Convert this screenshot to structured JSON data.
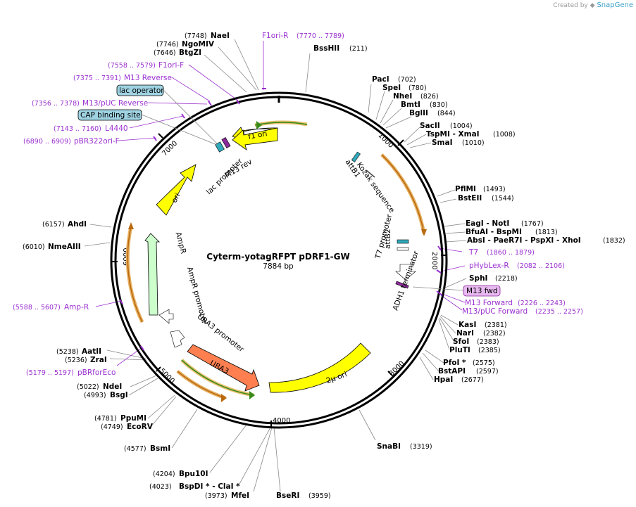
{
  "credit": {
    "prefix": "Created by",
    "brand": "SnapGene"
  },
  "plasmid": {
    "name": "Cyterm-yotagRFPT  pDRF1-GW",
    "length_label": "7884 bp"
  },
  "ticks": [
    "1000",
    "2000",
    "3000",
    "4000",
    "5000",
    "6000",
    "7000"
  ],
  "features": [
    {
      "name": "f1 ori",
      "color": "#ffff00"
    },
    {
      "name": "ori",
      "color": "#ffff00"
    },
    {
      "name": "AmpR",
      "color": "#ccffcc"
    },
    {
      "name": "URA3",
      "color": "#ff7f50"
    },
    {
      "name": "2μ ori",
      "color": "#ffff00"
    }
  ],
  "feature_labels": [
    "lac promoter",
    "M13 rev",
    "attB1",
    "Kozak sequence",
    "attB2",
    "T7 promoter",
    "ADH1 terminator",
    "AmpR promoter",
    "URA3 promoter"
  ],
  "boxed_labels": [
    "lac operator",
    "CAP binding site",
    "M13 fwd"
  ],
  "enzymes": [
    {
      "name": "NaeI",
      "pos": "(7748)"
    },
    {
      "name": "NgoMIV",
      "pos": "(7746)"
    },
    {
      "name": "BtgZI",
      "pos": "(7646)"
    },
    {
      "name": "BssHII",
      "pos": "(211)"
    },
    {
      "name": "PacI",
      "pos": "(702)"
    },
    {
      "name": "SpeI",
      "pos": "(780)"
    },
    {
      "name": "NheI",
      "pos": "(826)"
    },
    {
      "name": "BmtI",
      "pos": "(830)"
    },
    {
      "name": "BglII",
      "pos": "(844)"
    },
    {
      "name": "SacII",
      "pos": "(1004)"
    },
    {
      "name": "TspMI  -  XmaI",
      "pos": "(1008)"
    },
    {
      "name": "SmaI",
      "pos": "(1010)"
    },
    {
      "name": "PflMI",
      "pos": "(1493)"
    },
    {
      "name": "BstEII",
      "pos": "(1544)"
    },
    {
      "name": "EagI  -  NotI",
      "pos": "(1767)"
    },
    {
      "name": "BfuAI  -  BspMI",
      "pos": "(1813)"
    },
    {
      "name": "AbsI  -  PaeR7I  -  PspXI  -  XhoI",
      "pos": "(1832)"
    },
    {
      "name": "SphI",
      "pos": "(2218)"
    },
    {
      "name": "KasI",
      "pos": "(2381)"
    },
    {
      "name": "NarI",
      "pos": "(2382)"
    },
    {
      "name": "SfoI",
      "pos": "(2383)"
    },
    {
      "name": "PluTI",
      "pos": "(2385)"
    },
    {
      "name": "PfoI *",
      "pos": "(2575)"
    },
    {
      "name": "BstAPI",
      "pos": "(2597)"
    },
    {
      "name": "HpaI",
      "pos": "(2677)"
    },
    {
      "name": "SnaBI",
      "pos": "(3319)"
    },
    {
      "name": "BseRI",
      "pos": "(3959)"
    },
    {
      "name": "MfeI",
      "pos": "(3973)"
    },
    {
      "name": "BspDI *  -  ClaI *",
      "pos": "(4023)"
    },
    {
      "name": "Bpu10I",
      "pos": "(4204)"
    },
    {
      "name": "BsmI",
      "pos": "(4577)"
    },
    {
      "name": "EcoRV",
      "pos": "(4749)"
    },
    {
      "name": "PpuMI",
      "pos": "(4781)"
    },
    {
      "name": "BsgI",
      "pos": "(4993)"
    },
    {
      "name": "NdeI",
      "pos": "(5022)"
    },
    {
      "name": "ZraI",
      "pos": "(5236)"
    },
    {
      "name": "AatII",
      "pos": "(5238)"
    },
    {
      "name": "NmeAIII",
      "pos": "(6010)"
    },
    {
      "name": "AhdI",
      "pos": "(6157)"
    }
  ],
  "primers": [
    {
      "name": "F1ori-R",
      "pos": "(7770 .. 7789)"
    },
    {
      "name": "F1ori-F",
      "pos": "(7558 .. 7579)"
    },
    {
      "name": "M13 Reverse",
      "pos": "(7375 .. 7391)"
    },
    {
      "name": "M13/pUC Reverse",
      "pos": "(7356 .. 7378)"
    },
    {
      "name": "L4440",
      "pos": "(7143 .. 7160)"
    },
    {
      "name": "pBR322ori-F",
      "pos": "(6890 .. 6909)"
    },
    {
      "name": "T7",
      "pos": "(1860 .. 1879)"
    },
    {
      "name": "pHybLex-R",
      "pos": "(2082 .. 2106)"
    },
    {
      "name": "M13 Forward",
      "pos": "(2226 .. 2243)"
    },
    {
      "name": "M13/pUC Forward",
      "pos": "(2235 .. 2257)"
    },
    {
      "name": "Amp-R",
      "pos": "(5588 .. 5607)"
    },
    {
      "name": "pBRforEco",
      "pos": "(5179 .. 5197)"
    }
  ]
}
